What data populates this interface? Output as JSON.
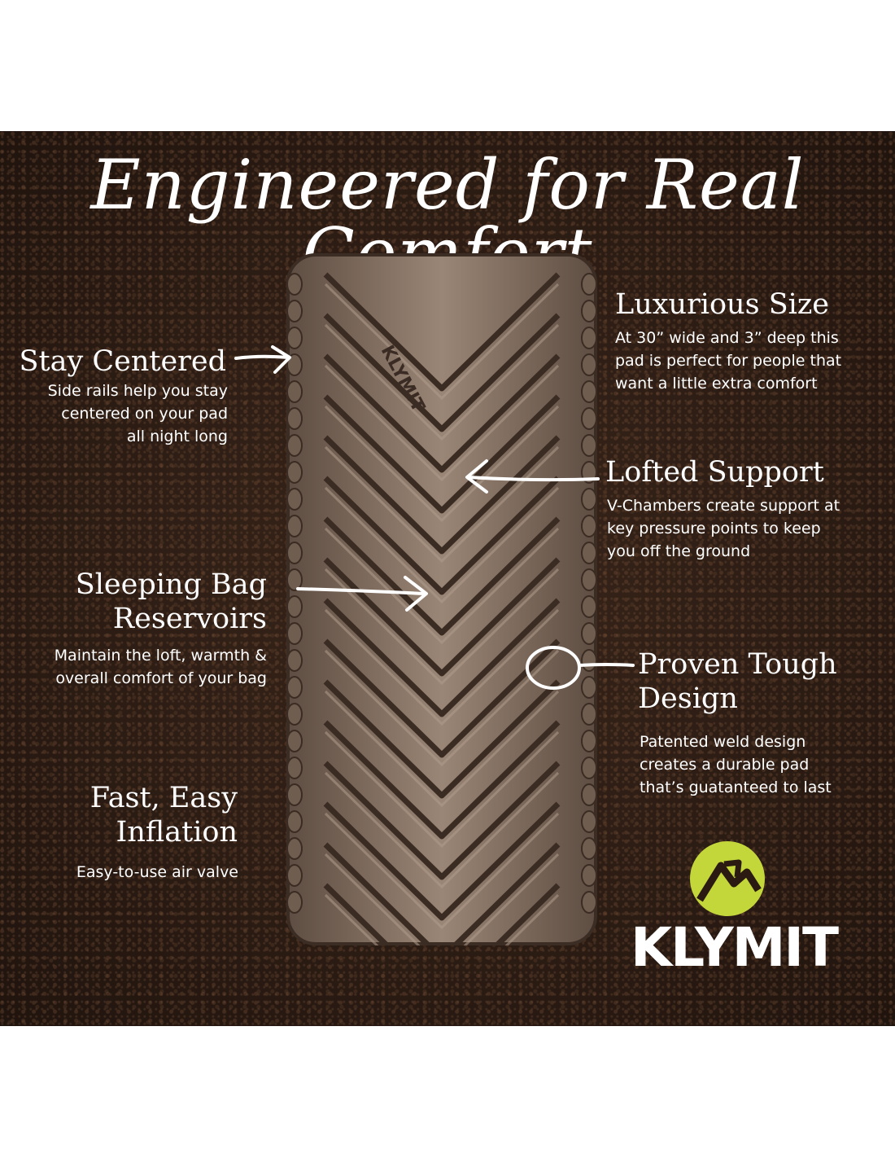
{
  "title": "Engineered for Real Comfort",
  "features": {
    "stay_centered": {
      "heading": "Stay Centered",
      "lines": [
        "Side rails help you stay",
        "centered on your pad",
        "all night long"
      ]
    },
    "luxurious_size": {
      "heading": "Luxurious Size",
      "lines": [
        "At 30” wide and 3” deep this",
        "pad is perfect for people that",
        "want a little extra comfort"
      ]
    },
    "lofted_support": {
      "heading": "Lofted Support",
      "lines": [
        "V-Chambers create support at",
        "key pressure points to keep",
        "you off the ground"
      ]
    },
    "sleeping_bag": {
      "heading_1": "Sleeping Bag",
      "heading_2": "Reservoirs",
      "lines": [
        "Maintain the loft, warmth &",
        "overall comfort of your bag"
      ]
    },
    "proven_tough": {
      "heading_1": "Proven Tough",
      "heading_2": "Design",
      "lines": [
        "Patented weld design",
        "creates a durable pad",
        "that’s guatanteed to last"
      ]
    },
    "fast_easy": {
      "heading_1": "Fast, Easy",
      "heading_2": "Inflation",
      "lines": [
        "Easy-to-use air valve"
      ]
    }
  },
  "product_brand_print": "KLYMIT",
  "logo": {
    "text": "KLYMIT",
    "accent_color": "#c3d63a"
  },
  "colors": {
    "background": "#2a1a12",
    "mat": "#8c7868",
    "text": "#ffffff"
  },
  "icons": [
    "klymit-mountain-logo-icon",
    "arrow-icon",
    "circle-highlight-icon"
  ]
}
